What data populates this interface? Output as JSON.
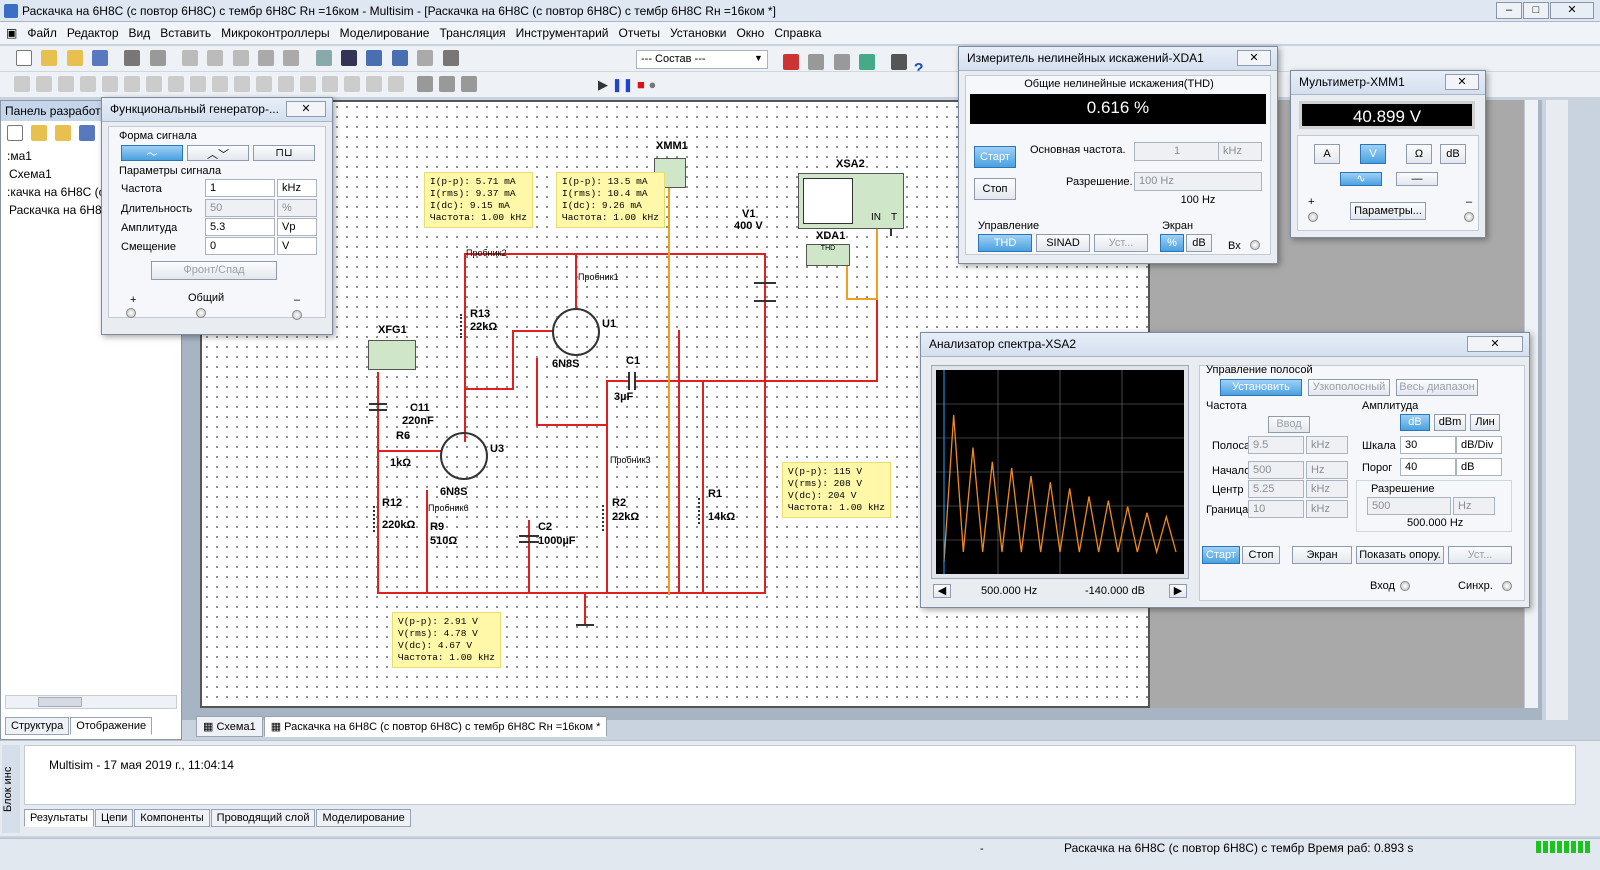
{
  "window": {
    "title": "Раскачка на 6Н8С (с повтор 6Н8С) с тембр 6Н8С Rн =16ком - Multisim - [Раскачка на 6Н8С (с повтор 6Н8С) с тембр 6Н8С Rн =16ком *]"
  },
  "menu": [
    "Файл",
    "Редактор",
    "Вид",
    "Вставить",
    "Микроконтроллеры",
    "Моделирование",
    "Трансляция",
    "Инструментарий",
    "Отчеты",
    "Установки",
    "Окно",
    "Справка"
  ],
  "toolbar": {
    "combo": "--- Состав ---"
  },
  "left_panel": {
    "title": "Панель разработ",
    "items": [
      ":ма1",
      "Схема1",
      ":качка на 6Н8С (с",
      "Раскачка на 6Н8("
    ],
    "tabs": [
      "Структура",
      "Отображение"
    ]
  },
  "fgen": {
    "title": "Функциональный генератор-...",
    "waveform_label": "Форма сигнала",
    "params_label": "Параметры сигнала",
    "rows": [
      {
        "label": "Частота",
        "value": "1",
        "unit": "kHz"
      },
      {
        "label": "Длительность",
        "value": "50",
        "unit": "%"
      },
      {
        "label": "Амплитуда",
        "value": "5.3",
        "unit": "Vp"
      },
      {
        "label": "Смещение",
        "value": "0",
        "unit": "V"
      }
    ],
    "edge_button": "Фронт/Спад",
    "plus": "+",
    "common": "Общий",
    "minus": "–"
  },
  "thd": {
    "title": "Измеритель нелинейных искажений-XDA1",
    "header": "Общие нелинейные искажения(THD)",
    "reading": "0.616 %",
    "start": "Старт",
    "stop": "Стоп",
    "fund_label": "Основная частота.",
    "fund_value": "1",
    "fund_unit": "kHz",
    "res_label": "Разрешение.",
    "res_value": "100 Hz",
    "res_display": "100 Hz",
    "control_label": "Управление",
    "screen_label": "Экран",
    "thd_btn": "THD",
    "sinad_btn": "SINAD",
    "set_btn": "Уст...",
    "pct_btn": "%",
    "db_btn": "dB",
    "input_label": "Вх"
  },
  "mm": {
    "title": "Мультиметр-XMM1",
    "reading": "40.899 V",
    "a": "A",
    "v": "V",
    "ohm": "Ω",
    "db": "dB",
    "params": "Параметры...",
    "plus": "+",
    "minus": "–"
  },
  "sa": {
    "title": "Анализатор спектра-XSA2",
    "band_label": "Управление полосой",
    "set_btn": "Установить",
    "narrow_btn": "Узкополосный",
    "full_btn": "Весь диапазон",
    "freq_label": "Частота",
    "amp_label": "Амплитуда",
    "enter_btn": "Ввод",
    "db": "dB",
    "dbm": "dBm",
    "lin": "Лин",
    "freq_rows": [
      {
        "label": "Полоса",
        "value": "9.5",
        "unit": "kHz"
      },
      {
        "label": "Начало",
        "value": "500",
        "unit": "Hz"
      },
      {
        "label": "Центр",
        "value": "5.25",
        "unit": "kHz"
      },
      {
        "label": "Граница",
        "value": "10",
        "unit": "kHz"
      }
    ],
    "scale_label": "Шкала",
    "scale_value": "30",
    "scale_unit": "dB/Div",
    "thr_label": "Порог",
    "thr_value": "40",
    "thr_unit": "dB",
    "res_label": "Разрешение",
    "res_value": "500",
    "res_unit": "Hz",
    "res_display": "500.000 Hz",
    "start": "Старт",
    "stop": "Стоп",
    "screen": "Экран",
    "show_ref": "Показать опору.",
    "setb": "Уст...",
    "input": "Вход",
    "sync": "Синхр.",
    "cursor_freq": "500.000 Hz",
    "cursor_db": "-140.000 dB"
  },
  "probes": {
    "p1": "I(p-p): 5.71 mA\nI(rms): 9.37 mA\nI(dc): 9.15 mA\nЧастота: 1.00 kHz",
    "p2": "I(p-p): 13.5 mA\nI(rms): 10.4 mA\nI(dc): 9.26 mA\nЧастота: 1.00 kHz",
    "p3": "V(p-p): 115 V\nV(rms): 208 V\nV(dc): 204 V\nЧастота: 1.00 kHz",
    "p4": "V(p-p): 2.91 V\nV(rms): 4.78 V\nV(dc): 4.67 V\nЧастота: 1.00 kHz"
  },
  "components": {
    "xmm1": "XMM1",
    "xsa2": "XSA2",
    "xda1": "XDA1",
    "v1": "V1",
    "v1v": "400 V",
    "r13": "R13",
    "r13v": "22kΩ",
    "u1": "U1",
    "u1t": "6N8S",
    "c1": "C1",
    "c1v": "3µF",
    "xfg1": "XFG1",
    "c11": "C11",
    "c11v": "220nF",
    "r6": "R6",
    "r6v": "1kΩ",
    "u3": "U3",
    "u3t": "6N8S",
    "r12": "R12",
    "r12v": "220kΩ",
    "r9": "R9",
    "r9v": "510Ω",
    "c2": "C2",
    "c2v": "1000µF",
    "r2": "R2",
    "r2v": "22kΩ",
    "r1": "R1",
    "r1v": "14kΩ",
    "pr1": "Пробник1",
    "pr2": "Пробник2",
    "pr3": "Пробник3",
    "pr6": "Пробник6",
    "thd_tag": "THD",
    "in": "IN",
    "t": "T"
  },
  "doc_tabs": [
    "Схема1",
    "Раскачка на 6Н8С (с повтор 6Н8С) с тембр 6Н8С Rн =16ком *"
  ],
  "log": {
    "text": "Multisim  -  17 мая 2019 г., 11:04:14",
    "side": "Блок инс",
    "tabs": [
      "Результаты",
      "Цепи",
      "Компоненты",
      "Проводящий слой",
      "Моделирование"
    ]
  },
  "status": {
    "text": "Раскачка на 6Н8С (с повтор 6Н8С) с тембр Время раб: 0.893 s",
    "dash": "-"
  },
  "spectrum_peaks": [
    0.78,
    0.62,
    0.55,
    0.52,
    0.48,
    0.45,
    0.42,
    0.38,
    0.36,
    0.33,
    0.3,
    0.28
  ]
}
